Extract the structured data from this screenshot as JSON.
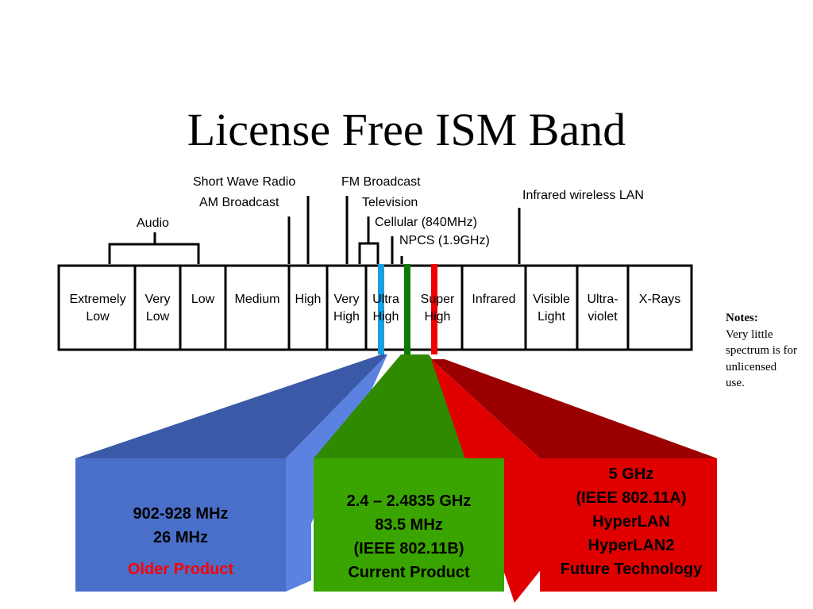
{
  "title": "License Free ISM Band",
  "annotations": {
    "short_wave_radio": "Short Wave Radio",
    "fm_broadcast": "FM Broadcast",
    "am_broadcast": "AM Broadcast",
    "television": "Television",
    "infrared_wireless_lan": "Infrared wireless LAN",
    "audio": "Audio",
    "cellular": "Cellular (840MHz)",
    "npcs": "NPCS (1.9GHz)"
  },
  "spectrum": {
    "bands": [
      "Extremely\nLow",
      "Very\nLow",
      "Low",
      "Medium",
      "High",
      "Very\nHigh",
      "Ultra\nHigh",
      "Super\nHigh",
      "Infrared",
      "Visible\nLight",
      "Ultra-\nviolet",
      "X-Rays"
    ]
  },
  "notes": {
    "heading": "Notes:",
    "body": "Very little spectrum is for unlicensed use."
  },
  "ism_bands": {
    "blue": {
      "lines": [
        "902-928 MHz",
        "26 MHz"
      ],
      "status": "Older Product",
      "color": "#4a6fc9",
      "status_color": "#ff0000"
    },
    "green": {
      "lines": [
        "2.4 – 2.4835 GHz",
        "83.5 MHz",
        "(IEEE 802.11B)",
        "Current Product"
      ],
      "color": "#3aa400"
    },
    "red": {
      "lines": [
        "5 GHz",
        "(IEEE 802.11A)",
        "HyperLAN",
        "HyperLAN2",
        "Future Technology"
      ],
      "color": "#e00000"
    }
  },
  "colors": {
    "marker_blue": "#1aa0e0",
    "marker_green": "#0a7a0a",
    "marker_red": "#ee0000"
  }
}
